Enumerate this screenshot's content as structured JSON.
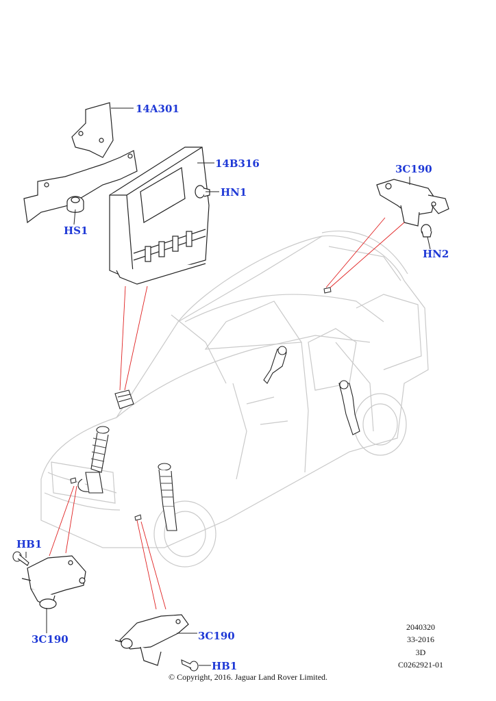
{
  "callouts": {
    "bracket": "14A301",
    "module": "14B316",
    "nut_module": "HN1",
    "screw_bracket": "HS1",
    "sensor_rear": "3C190",
    "nut_rear": "HN2",
    "bolt_front_left": "HB1",
    "sensor_front_left": "3C190",
    "sensor_front_right": "3C190",
    "bolt_front_right": "HB1"
  },
  "meta": {
    "code": "2040320",
    "date": "33-2016",
    "view": "3D",
    "ref": "C0262921-01"
  },
  "copyright": "© Copyright, 2016. Jaguar Land Rover Limited.",
  "colors": {
    "callout": "#1f39d6",
    "leader_red": "#e02020",
    "line": "#222222",
    "ghost": "#c8c8c8"
  }
}
